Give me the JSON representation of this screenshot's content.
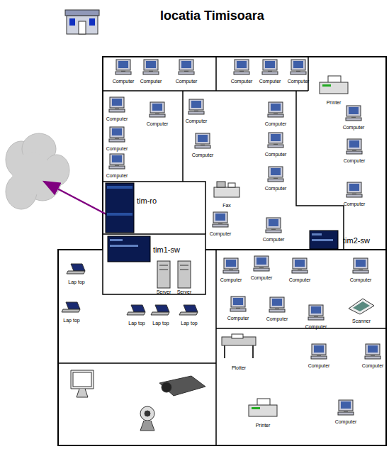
{
  "diagram": {
    "title": "locatia Timisoara",
    "labels": [
      "Computer",
      "Computer",
      "Computer",
      "Computer",
      "Computer",
      "Computer",
      "Printer",
      "Computer",
      "Computer",
      "Computer",
      "Computer",
      "Computer",
      "Computer",
      "Computer",
      "Computer",
      "Computer",
      "Fax",
      "Computer",
      "Computer",
      "Computer",
      "Computer",
      "Computer",
      "tim-ro",
      "tim1-sw",
      "tim2-sw",
      "Server",
      "Server",
      "Lap top",
      "Lap top",
      "Lap top",
      "Lap top",
      "Lap top",
      "Computer",
      "Computer",
      "Computer",
      "Computer",
      "Computer",
      "Computer",
      "Computer",
      "Scanner",
      "Plotter",
      "Computer",
      "Computer",
      "Printer",
      "Computer"
    ]
  }
}
